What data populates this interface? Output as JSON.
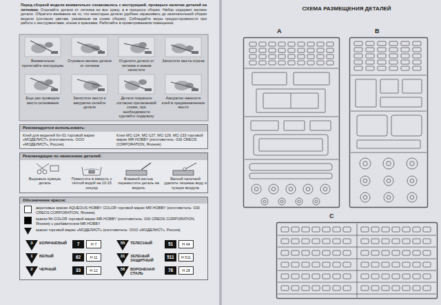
{
  "diagram": {
    "title": "СХЕМА РАЗМЕЩЕНИЯ ДЕТАЛЕЙ",
    "nodes": [
      {
        "text": [
          "Рекомендуется использовать:",
          "Клей для моделей Кл-01 торговой марки «МОДЕЛИСТ» (изготовитель: ООО «МОДЕЛИСТ», Россия)",
          "Клеи MC-124, MC-127, MC-129, MC-133 торговой марки MR.HOBBY (изготовитель: GSI CREOS CORPORATION, Япония)"
        ]
      },
      {
        "text": [
          "Рекомендации по нанесению деталей:",
          "Вырежьте нужную деталь",
          "Поместите в ёмкость с тёплой водой на 10-15 секунд",
          "Влажной кистью переместите деталь на модель",
          "Ватной палочкой удалите лишнюю воду и пузыри воздуха"
        ]
      },
      {
        "text": [
          "Обозначение красок:"
        ]
      },
      {
        "text": [
          "3"
        ],
        "in": 2
      },
      {
        "text": [
          "7"
        ],
        "in": 2
      },
      {
        "text": [
          "H 7"
        ],
        "in": 2
      },
      {
        "text": [
          "1"
        ],
        "in": 2
      },
      {
        "text": [
          "62"
        ],
        "in": 2
      },
      {
        "text": [
          "H 11"
        ],
        "in": 2
      },
      {
        "text": [
          "2"
        ],
        "in": 2
      },
      {
        "text": [
          "33"
        ],
        "in": 2
      },
      {
        "text": [
          "H 12"
        ],
        "in": 2
      },
      {
        "text": [
          "55"
        ],
        "in": 2
      },
      {
        "text": [
          "51"
        ],
        "in": 2
      },
      {
        "text": [
          "H 44"
        ],
        "in": 2
      },
      {
        "text": [
          "31"
        ],
        "in": 2
      },
      {
        "text": [
          "511"
        ],
        "in": 2
      },
      {
        "text": [
          "H 511"
        ],
        "in": 2
      },
      {
        "text": [
          "56"
        ],
        "in": 2
      },
      {
        "text": [
          "78"
        ],
        "in": 2
      },
      {
        "text": [
          "H 28"
        ],
        "in": 2
      },
      {
        "text": [
          "A"
        ]
      },
      {
        "text": [
          "B"
        ]
      },
      {
        "text": [
          "C"
        ]
      }
    ],
    "labels": [
      "Перед сборкой модели внимательно ознакомьтесь с инструкцией, проверьте наличие деталей на литниках.",
      "Отрезайте детали от литника не все сразу, а в процессе сборки. Набор содержит мелкие детали. Обратите внимание на то, что некоторые детали удобнее окрашивать до окончательной сборки модели (согласно цветам, указанным на схеме сборки). Соблюдайте меры предосторожности при работе с инструментами, клеем и красками. Работайте в проветриваемом помещении.",
      "Внимательно прочитайте инструкцию",
      "Отрежьте мелкие детали от литника",
      "Отделите детали от литника и ножом зачистите",
      "Зачистите места отреза",
      "Еще раз проверьте место склеивания",
      "Зачистите место и аккуратно склейте детали",
      "Детали покрасьте согласно прилагаемой схеме, при необходимости сделайте подкраску",
      "Аккуратно нанесите клей в предназначенное место",
      "КОРИЧНЕВЫЙ",
      "БЕЛЫЙ",
      "ЧЕРНЫЙ",
      "ТЕЛЕСНЫЙ",
      "ЗЕЛЕНЫЙ ЗАЩИТНЫЙ",
      "ВОРОНЕНАЯ СТАЛЬ"
    ],
    "legend": [
      {
        "text": "акриловые краски AQUEOUS HOBBY COLOR торговой марки MR.HOBBY (изготовитель: GSI CREOS CORPORATION, Япония)",
        "color": "#ffffff"
      },
      {
        "text": "краски Mr.COLOR торговой марки MR.HOBBY (изготовитель: GSI CREOS CORPORATION, Япония) с разбавителем MR.HOBBY",
        "color": "#000000"
      },
      {
        "text": "краски торговой марки «МОДЕЛИСТ» (изготовитель: ООО «МОДЕЛИСТ», Россия)"
      }
    ]
  }
}
